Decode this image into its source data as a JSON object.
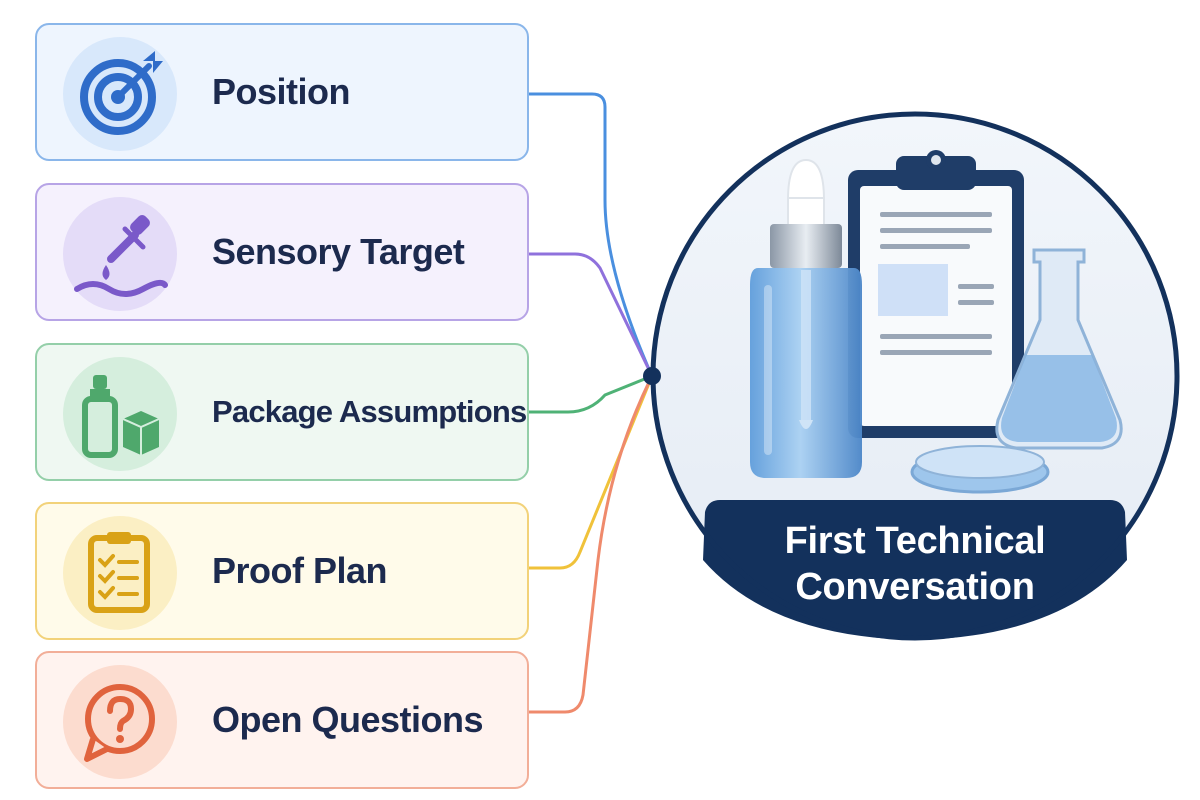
{
  "diagram": {
    "hub": {
      "title_line1": "First Technical",
      "title_line2": "Conversation",
      "illustration": [
        "dropper-bottle-icon",
        "clipboard-icon",
        "flask-icon",
        "petri-dish-icon"
      ]
    },
    "items": [
      {
        "label": "Position",
        "icon": "target-icon",
        "color": "#4a8fdf"
      },
      {
        "label": "Sensory Target",
        "icon": "dropper-icon",
        "color": "#8f71dc"
      },
      {
        "label": "Package Assumptions",
        "icon": "package-icon",
        "color": "#4fb276"
      },
      {
        "label": "Proof Plan",
        "icon": "checklist-icon",
        "color": "#f0c23a"
      },
      {
        "label": "Open Questions",
        "icon": "question-bubble-icon",
        "color": "#ef8a6c"
      }
    ],
    "colors": {
      "navy": "#13315c",
      "text": "#1c2a4e"
    }
  }
}
